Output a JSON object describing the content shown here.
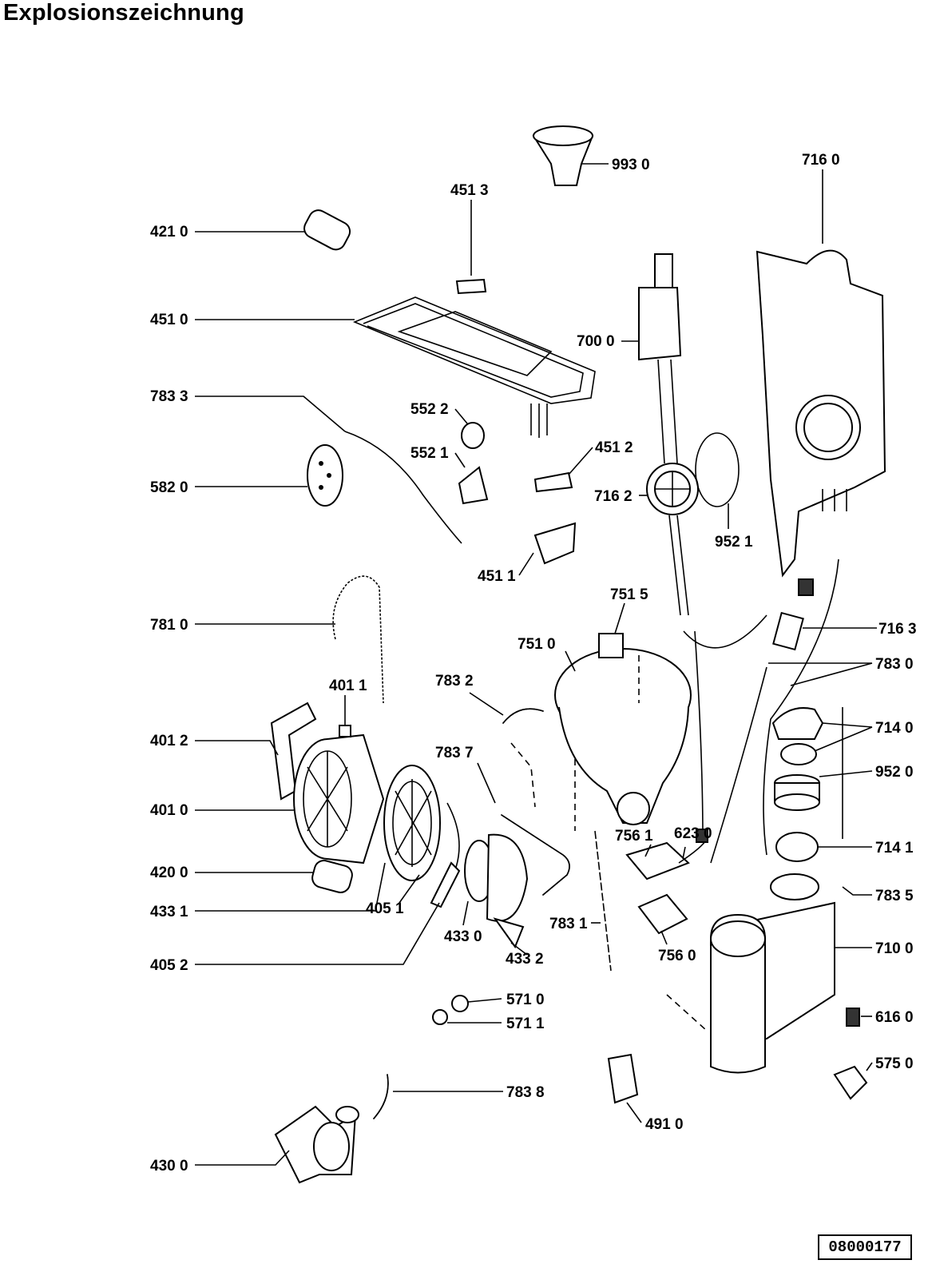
{
  "title": "Explosionszeichnung",
  "document_number": "08000177",
  "parts": [
    {
      "id": "p9930",
      "label": "993 0"
    },
    {
      "id": "p4513",
      "label": "451 3"
    },
    {
      "id": "p7160",
      "label": "716 0"
    },
    {
      "id": "p4210",
      "label": "421 0"
    },
    {
      "id": "p4510",
      "label": "451 0"
    },
    {
      "id": "p7000",
      "label": "700 0"
    },
    {
      "id": "p7833",
      "label": "783 3"
    },
    {
      "id": "p5522",
      "label": "552 2"
    },
    {
      "id": "p5521",
      "label": "552 1"
    },
    {
      "id": "p4512",
      "label": "451 2"
    },
    {
      "id": "p5820",
      "label": "582 0"
    },
    {
      "id": "p7162",
      "label": "716 2"
    },
    {
      "id": "p9521",
      "label": "952 1"
    },
    {
      "id": "p4511",
      "label": "451 1"
    },
    {
      "id": "p7515",
      "label": "751 5"
    },
    {
      "id": "p7810",
      "label": "781 0"
    },
    {
      "id": "p7163",
      "label": "716 3"
    },
    {
      "id": "p7510",
      "label": "751 0"
    },
    {
      "id": "p7830",
      "label": "783 0"
    },
    {
      "id": "p4011",
      "label": "401 1"
    },
    {
      "id": "p7832",
      "label": "783 2"
    },
    {
      "id": "p7140",
      "label": "714 0"
    },
    {
      "id": "p4012",
      "label": "401 2"
    },
    {
      "id": "p7837",
      "label": "783 7"
    },
    {
      "id": "p9520",
      "label": "952 0"
    },
    {
      "id": "p4010",
      "label": "401 0"
    },
    {
      "id": "p6230",
      "label": "623 0"
    },
    {
      "id": "p7561",
      "label": "756 1"
    },
    {
      "id": "p7141",
      "label": "714 1"
    },
    {
      "id": "p4200",
      "label": "420 0"
    },
    {
      "id": "p7835",
      "label": "783 5"
    },
    {
      "id": "p4331",
      "label": "433 1"
    },
    {
      "id": "p4051",
      "label": "405 1"
    },
    {
      "id": "p4330",
      "label": "433 0"
    },
    {
      "id": "p7831",
      "label": "783 1"
    },
    {
      "id": "p7100",
      "label": "710 0"
    },
    {
      "id": "p4332",
      "label": "433 2"
    },
    {
      "id": "p7560",
      "label": "756 0"
    },
    {
      "id": "p4052",
      "label": "405 2"
    },
    {
      "id": "p5710",
      "label": "571 0"
    },
    {
      "id": "p6160",
      "label": "616 0"
    },
    {
      "id": "p5711",
      "label": "571 1"
    },
    {
      "id": "p5750",
      "label": "575 0"
    },
    {
      "id": "p7838",
      "label": "783 8"
    },
    {
      "id": "p4910",
      "label": "491 0"
    },
    {
      "id": "p4300",
      "label": "430 0"
    }
  ]
}
